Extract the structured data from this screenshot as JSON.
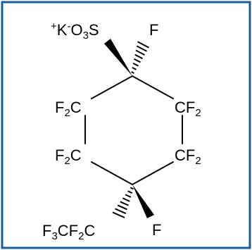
{
  "diagram": {
    "border_color": "#1a5a9a",
    "line_color": "#000000",
    "text_color": "#000000",
    "labels": {
      "potassium_sulfonate": {
        "plus": "+",
        "k": "K",
        "minus": "-",
        "o": "O",
        "o_sub": "3",
        "s": "S"
      },
      "fluorine_top": "F",
      "cf2_left_top": {
        "main": "F",
        "sub": "2",
        "tail": "C"
      },
      "cf2_right_top": {
        "main": "CF",
        "sub": "2"
      },
      "cf2_left_bottom": {
        "main": "F",
        "sub": "2",
        "tail": "C"
      },
      "cf2_right_bottom": {
        "main": "CF",
        "sub": "2"
      },
      "pentafluoroethyl": {
        "f1": "F",
        "s1": "3",
        "c1": "CF",
        "s2": "2",
        "c2": "C"
      },
      "fluorine_bottom": "F"
    }
  }
}
